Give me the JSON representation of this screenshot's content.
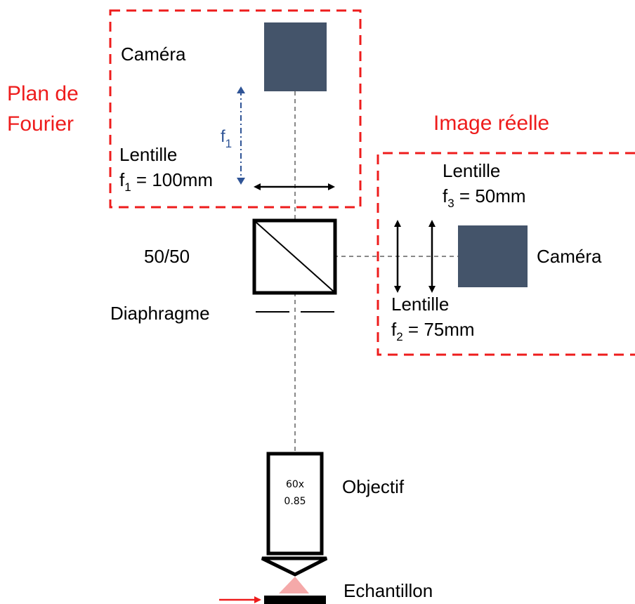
{
  "regions": {
    "fourier": {
      "title_line1": "Plan de",
      "title_line2": "Fourier"
    },
    "real": {
      "title": "Image réelle"
    }
  },
  "labels": {
    "camera_top": "Caméra",
    "camera_right": "Caméra",
    "lens1_name": "Lentille",
    "lens1_f": "f",
    "lens1_sub": "1",
    "lens1_value": " = 100mm",
    "focal_arrow_f": "f",
    "focal_arrow_sub": "1",
    "lens3_name": "Lentille",
    "lens3_f": "f",
    "lens3_sub": "3",
    "lens3_value": " = 50mm",
    "lens2_name": "Lentille",
    "lens2_f": "f",
    "lens2_sub": "2",
    "lens2_value": " = 75mm",
    "splitter": "50/50",
    "diaphragm": "Diaphragme",
    "objective": "Objectif",
    "objective_mag": "60x",
    "objective_na": "0.85",
    "sample": "Echantillon"
  },
  "colors": {
    "camera": "#44546a",
    "region_border": "#ee1c1c",
    "focal_arrow": "#2f5496",
    "light_cone": "#f4a0a0"
  }
}
